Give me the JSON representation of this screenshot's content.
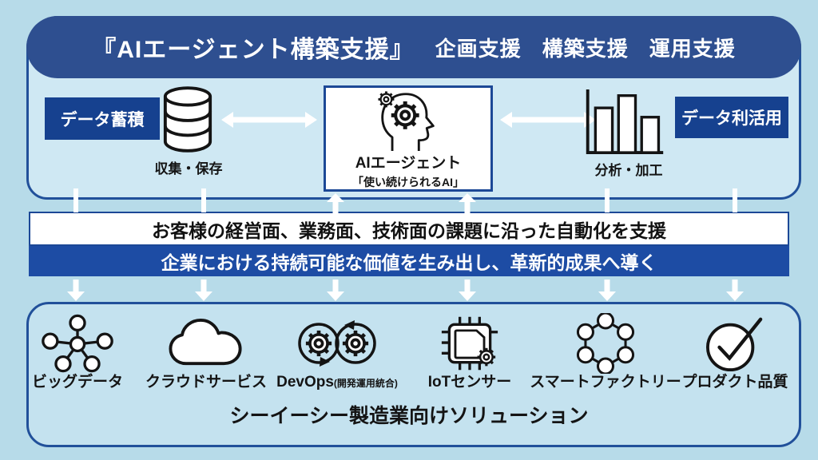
{
  "header": {
    "title_main": "『AIエージェント構築支援』",
    "items": [
      "企画支援",
      "構築支援",
      "運用支援"
    ]
  },
  "flow": {
    "store_label": "データ蓄積",
    "store_caption": "収集・保存",
    "agent_title": "AIエージェント",
    "agent_subtitle": "「使い続けられるAI」",
    "use_label": "データ利活用",
    "use_caption": "分析・加工"
  },
  "banners": {
    "support": "お客様の経営面、業務面、技術面の課題に沿った自動化を支援",
    "value": "企業における持続可能な価値を生み出し、革新的成果へ導く"
  },
  "solutions": {
    "items": [
      {
        "label": "ビッグデータ",
        "icon": "network-icon"
      },
      {
        "label": "クラウドサービス",
        "icon": "cloud-icon"
      },
      {
        "label": "DevOps",
        "label_note": "(開発運用統合)",
        "icon": "devops-loop-icon"
      },
      {
        "label": "IoTセンサー",
        "icon": "chip-icon"
      },
      {
        "label": "スマートファクトリー",
        "icon": "hex-network-icon"
      },
      {
        "label": "プロダクト品質",
        "icon": "check-circle-icon"
      }
    ],
    "caption": "シーイーシー製造業向けソリューション"
  },
  "colors": {
    "background": "#b7dbe9",
    "panel_top_fill": "#cfe8f3",
    "panel_bottom_fill": "#c4e2ef",
    "border_blue": "#21509a",
    "header_blue": "#2e4f90",
    "label_blue": "#16418f",
    "banner_blue": "#1d4ca4",
    "white": "#ffffff",
    "ink": "#141414"
  }
}
